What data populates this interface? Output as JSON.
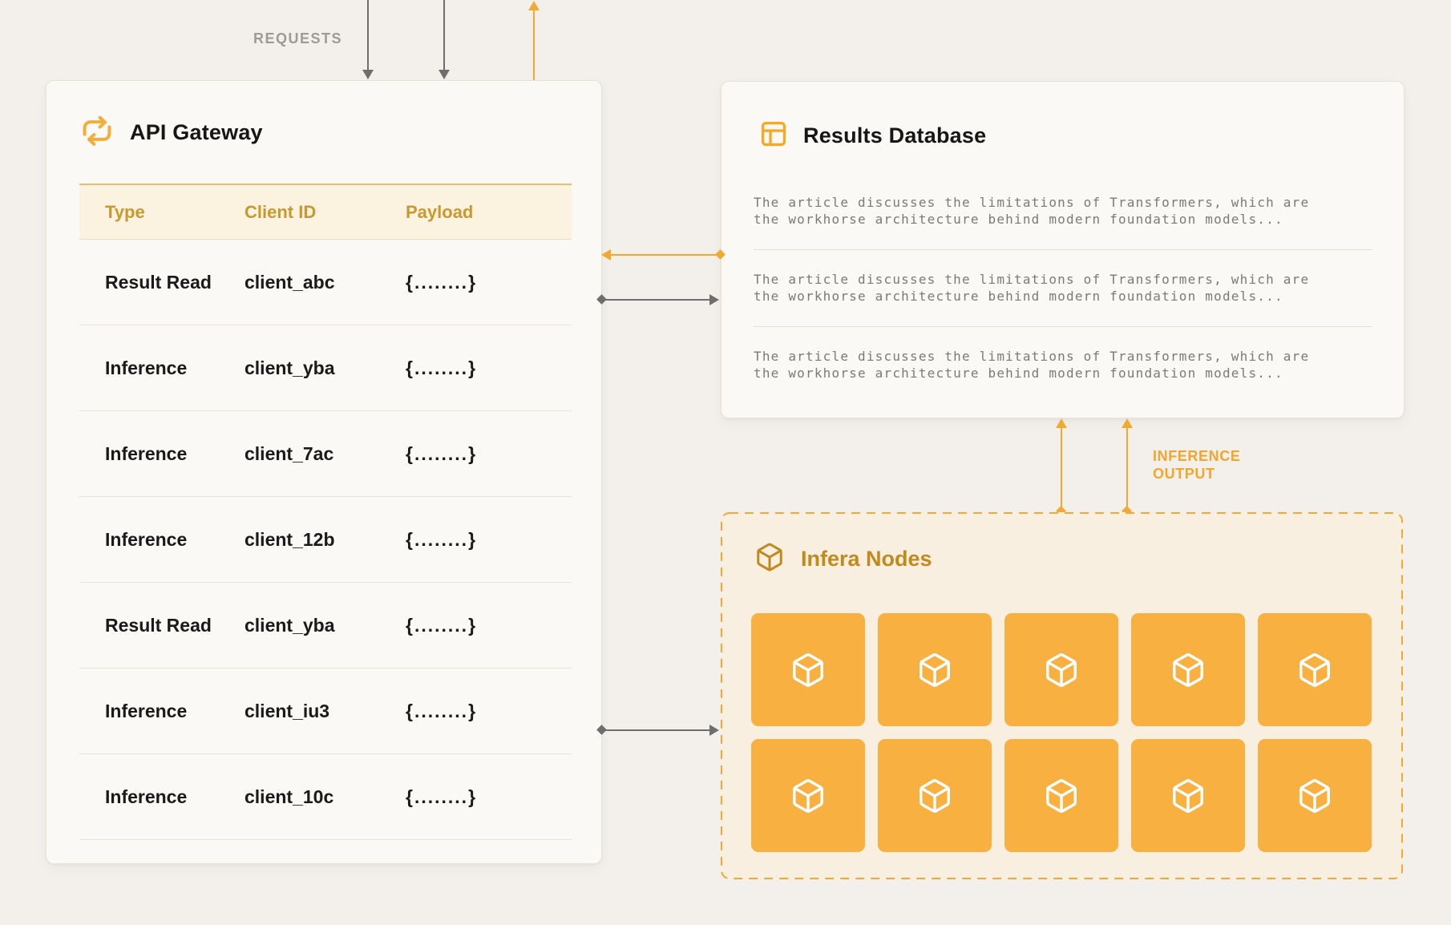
{
  "labels": {
    "requests": "REQUESTS",
    "inference_output_line1": "INFERENCE",
    "inference_output_line2": "OUTPUT"
  },
  "api_gateway": {
    "title": "API Gateway",
    "icon": "sync-icon",
    "table": {
      "columns": [
        "Type",
        "Client ID",
        "Payload"
      ],
      "rows": [
        {
          "type": "Result Read",
          "client_id": "client_abc",
          "payload": "{........}"
        },
        {
          "type": "Inference",
          "client_id": "client_yba",
          "payload": "{........}"
        },
        {
          "type": "Inference",
          "client_id": "client_7ac",
          "payload": "{........}"
        },
        {
          "type": "Inference",
          "client_id": "client_12b",
          "payload": "{........}"
        },
        {
          "type": "Result Read",
          "client_id": "client_yba",
          "payload": "{........}"
        },
        {
          "type": "Inference",
          "client_id": "client_iu3",
          "payload": "{........}"
        },
        {
          "type": "Inference",
          "client_id": "client_10c",
          "payload": "{........}"
        }
      ]
    }
  },
  "results_database": {
    "title": "Results Database",
    "icon": "table-icon",
    "entries": [
      "The article discusses the limitations of Transformers, which are the workhorse architecture behind modern foundation models...",
      "The article discusses the limitations of Transformers, which are the workhorse architecture behind modern foundation models...",
      "The article discusses the limitations of Transformers, which are the workhorse architecture behind modern foundation models..."
    ]
  },
  "infera_nodes": {
    "title": "Infera Nodes",
    "icon": "cube-icon",
    "node_count": 10,
    "grid": {
      "rows": 2,
      "cols": 5
    }
  },
  "colors": {
    "accent_orange": "#f2a92f",
    "tile_orange": "#f8b040",
    "amber_text": "#c9992f",
    "dark_amber": "#c28a1c",
    "arrow_gray": "#6e6e6e",
    "page_bg": "#f3f0eb",
    "card_bg": "#fbf9f5",
    "nodes_bg": "#f8efe0"
  }
}
